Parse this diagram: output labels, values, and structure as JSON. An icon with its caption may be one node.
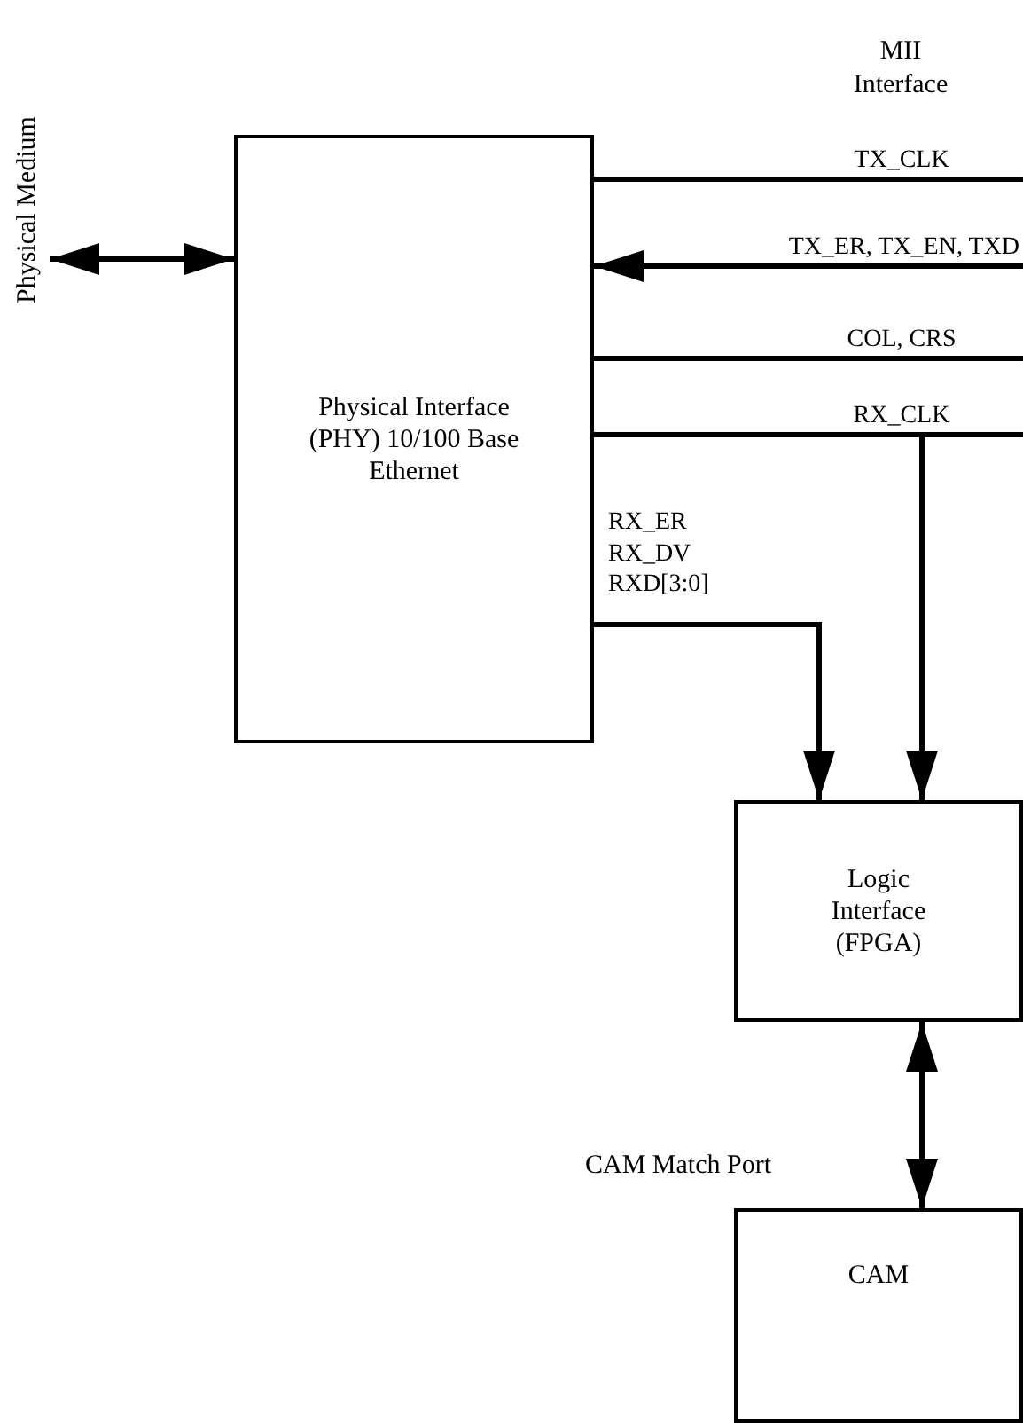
{
  "diagram": {
    "nodes": [
      {
        "text": [
          "Physical Medium"
        ]
      },
      {
        "text": [
          "Physical Interface (PHY) 10/100 Base Ethernet"
        ]
      },
      {
        "text": [
          "Logic Interface (FPGA)"
        ]
      },
      {
        "text": [
          "CAM"
        ],
        "beside": [
          "CAM Match Port"
        ]
      }
    ],
    "edges": [
      {
        "from": 0,
        "to": 1,
        "arrow": "both"
      },
      {
        "from": 1,
        "to": null,
        "arrow": "none",
        "label": "TX_CLK"
      },
      {
        "from": null,
        "to": 1,
        "arrow": "to",
        "label": "TX_ER, TX_EN, TXD"
      },
      {
        "from": 1,
        "to": null,
        "arrow": "none",
        "label": "COL, CRS"
      },
      {
        "from": 1,
        "to": null,
        "arrow": "none",
        "label": "RX_CLK"
      },
      {
        "from": 1,
        "to": 2,
        "arrow": "to"
      },
      {
        "from": 1,
        "to": 2,
        "arrow": "to",
        "label": "RX_ER RX_DV RXD[3:0]"
      },
      {
        "from": 2,
        "to": 3,
        "arrow": "both"
      }
    ],
    "labels": [
      "MII Interface"
    ]
  }
}
